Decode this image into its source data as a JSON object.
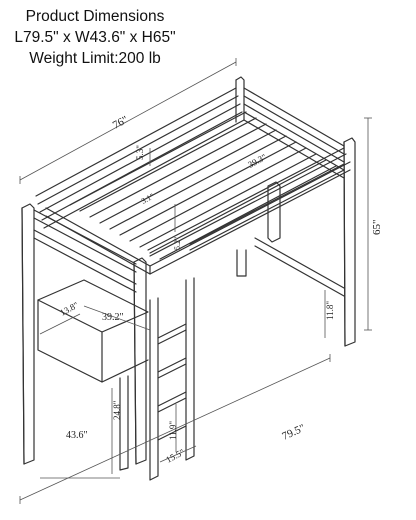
{
  "header": {
    "title": "Product Dimensions",
    "dimensions": "L79.5\" x W43.6\" x H65\"",
    "weight_limit": "Weight Limit:200 lb"
  },
  "labels": {
    "top_length": "76\"",
    "guard_height": "5.3\"",
    "mattress_width": "39.3\"",
    "slat_spacing": "3.1\"",
    "rail_gap": "5.2\"",
    "overall_height": "65\"",
    "clearance": "11.8\"",
    "desk_depth": "13.8\"",
    "desk_width": "39.2\"",
    "desk_height": "24.8\"",
    "step_spacing": "11.9\"",
    "ladder_width": "15.5\"",
    "overall_width": "43.6\"",
    "overall_length": "79.5\""
  }
}
